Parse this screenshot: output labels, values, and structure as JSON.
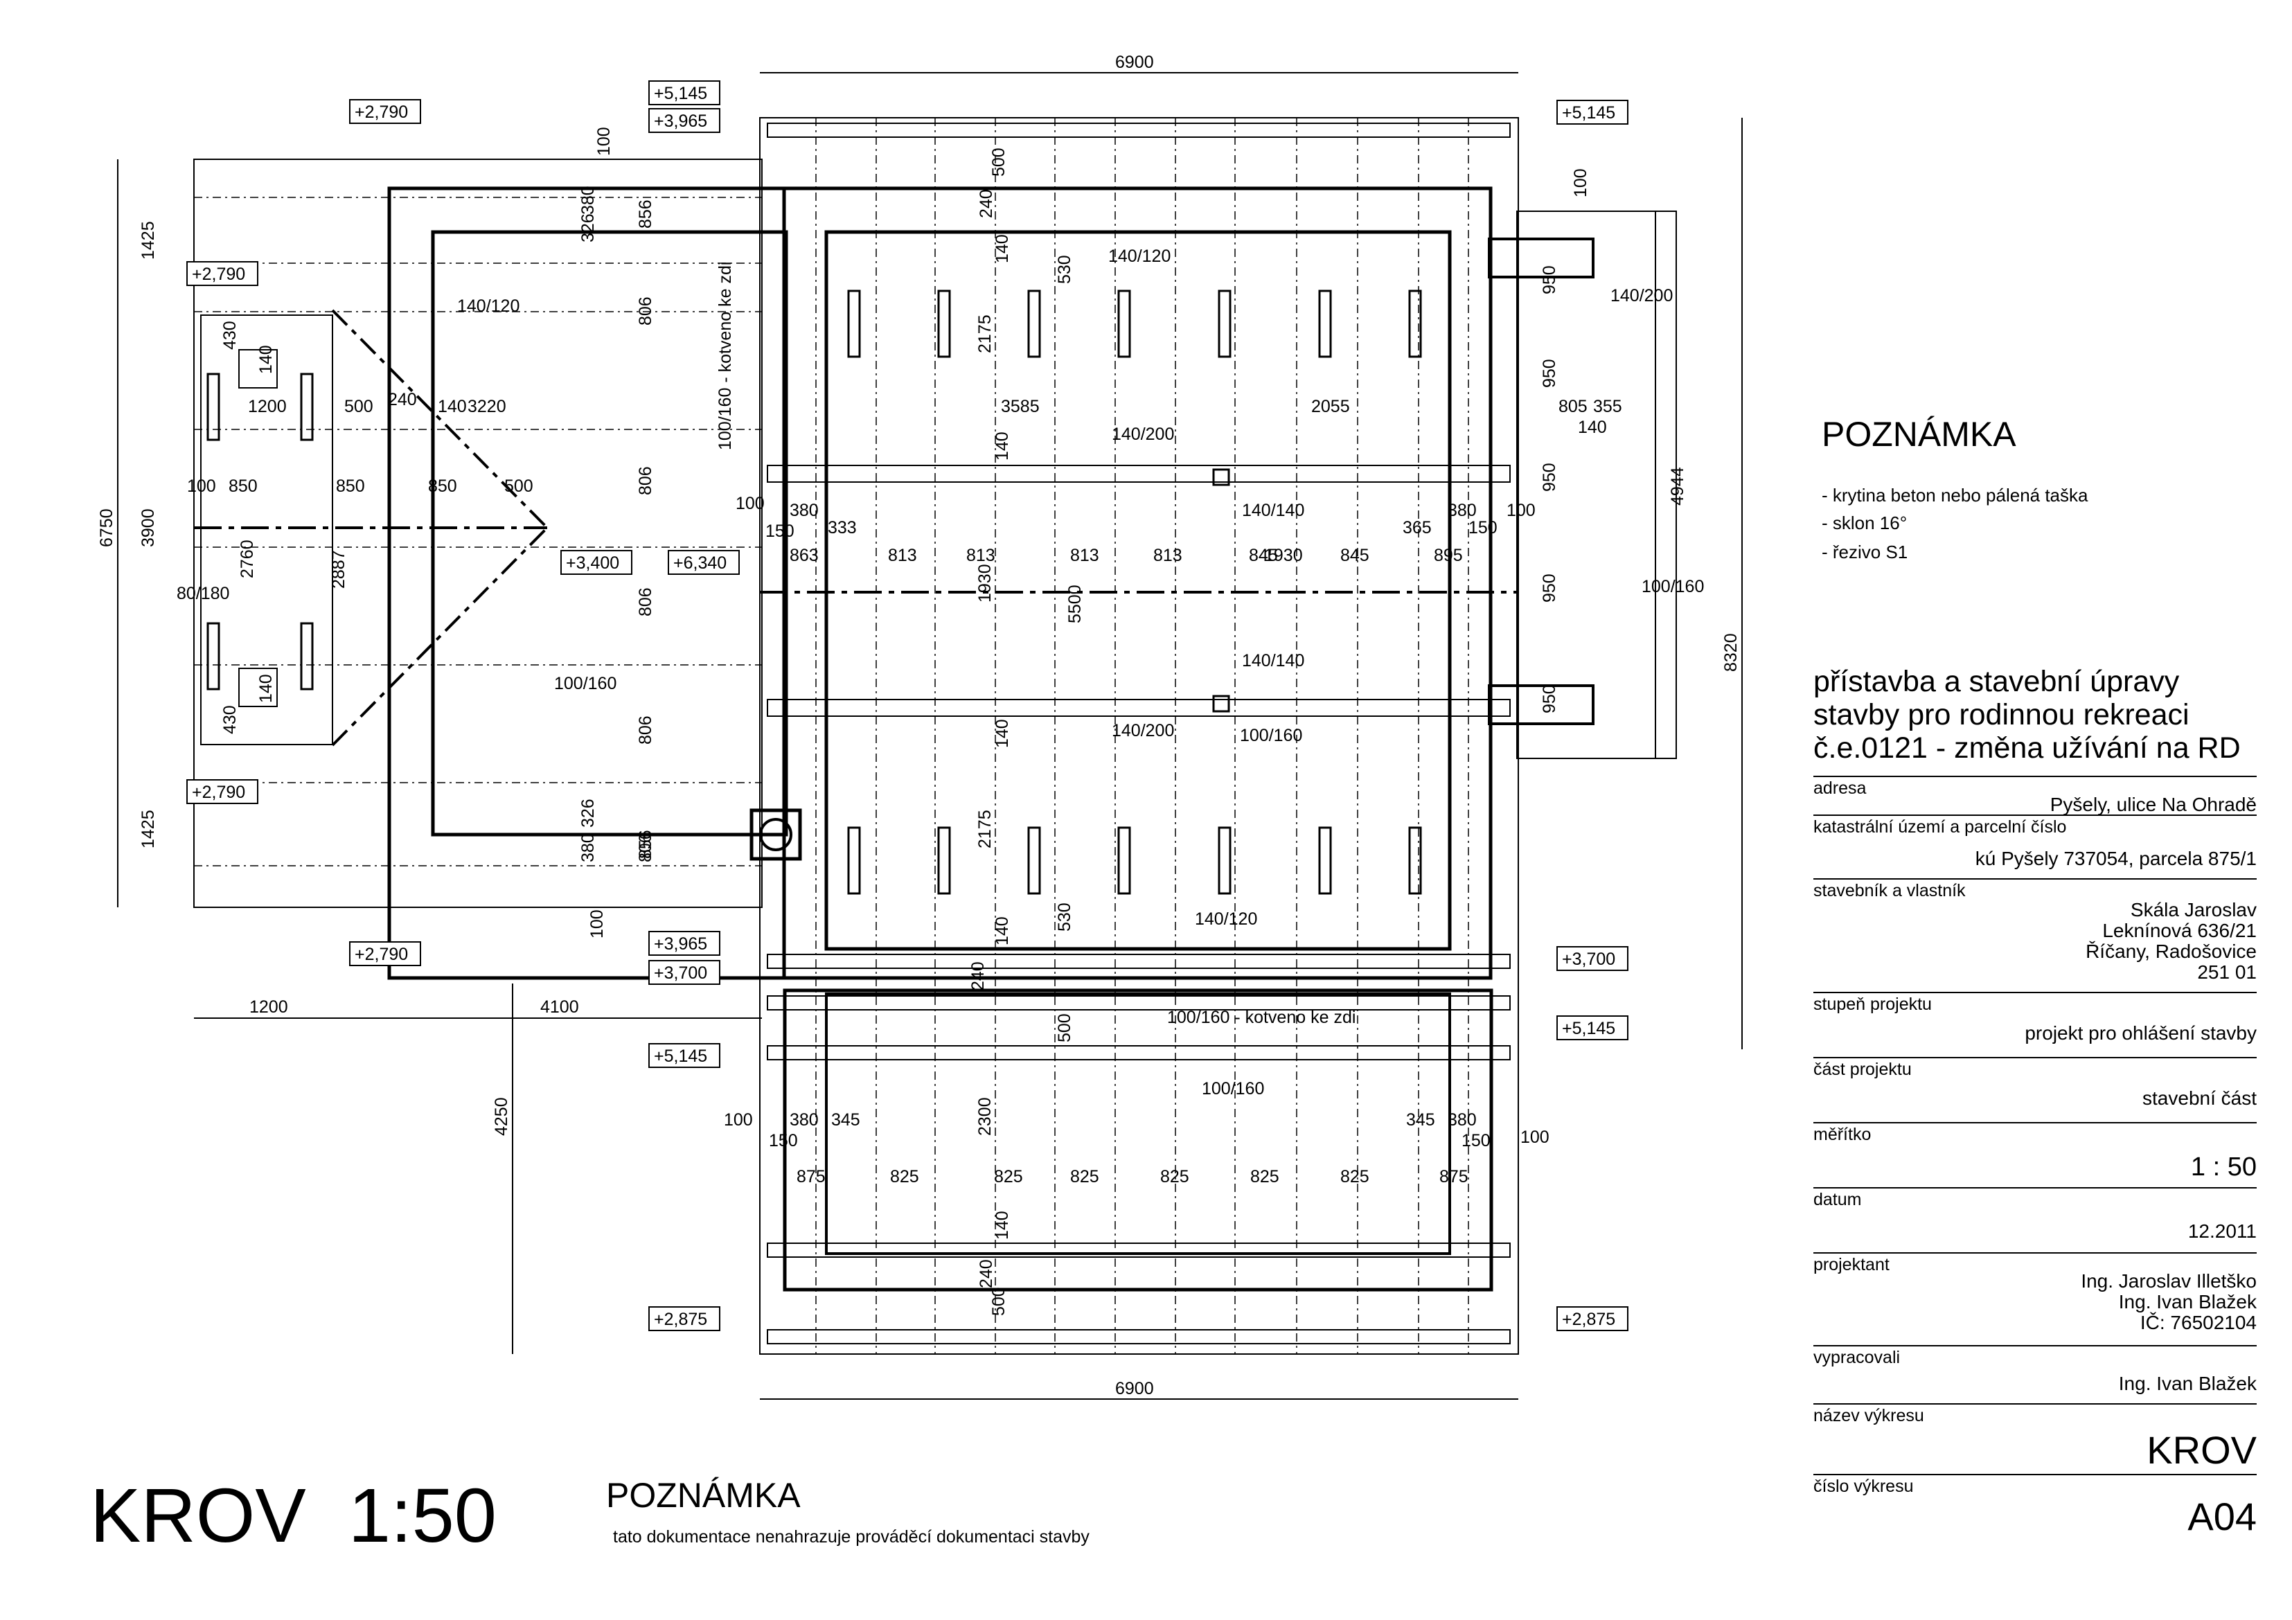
{
  "main_title": "KROV  1:50",
  "bottom_note": {
    "heading": "POZNÁMKA",
    "text": "tato dokumentace nenahrazuje prováděcí dokumentaci stavby"
  },
  "side_note": {
    "heading": "POZNÁMKA",
    "lines": [
      "- krytina beton nebo pálená taška",
      "- sklon 16°",
      "- řezivo S1"
    ]
  },
  "title_block": {
    "project_lines": [
      "přístavba a stavební úpravy",
      "stavby pro rodinnou rekreaci",
      "č.e.0121 - změna užívání na RD"
    ],
    "rows": [
      {
        "label": "adresa",
        "value": [
          "Pyšely, ulice Na Ohradě"
        ]
      },
      {
        "label": "katastrální území a parcelní číslo",
        "value": [
          "kú Pyšely 737054, parcela 875/1"
        ]
      },
      {
        "label": "stavebník a vlastník",
        "value": [
          "Skála Jaroslav",
          "Leknínová 636/21",
          "Říčany, Radošovice",
          "251 01"
        ]
      },
      {
        "label": "stupeň projektu",
        "value": [
          "projekt pro ohlášení stavby"
        ]
      },
      {
        "label": "část projektu",
        "value": [
          "stavební část"
        ]
      },
      {
        "label": "měřítko",
        "value": [
          "1 : 50"
        ]
      },
      {
        "label": "datum",
        "value": [
          "12.2011"
        ]
      },
      {
        "label": "projektant",
        "value": [
          "Ing. Jaroslav Illetško",
          "Ing. Ivan Blažek",
          "IČ: 76502104"
        ]
      },
      {
        "label": "vypracovali",
        "value": [
          "Ing. Ivan Blažek"
        ]
      },
      {
        "label": "název výkresu",
        "value": [
          "KROV"
        ]
      },
      {
        "label": "číslo výkresu",
        "value": [
          "A04"
        ]
      }
    ]
  },
  "levels": {
    "l2790": "+2,790",
    "l5145": "+5,145",
    "l3965": "+3,965",
    "l3700": "+3,700",
    "l2875": "+2,875",
    "l3400": "+3,400",
    "l6340": "+6,340"
  },
  "dimensions": {
    "top_overall": "6900",
    "bottom_overall": "6900",
    "left_total": "6750",
    "left_mid": "3900",
    "left_end": "1425",
    "right_total": "8320",
    "right_part": "4944",
    "bottom_left_a": "1200",
    "bottom_left_b": "4100",
    "vertical_4250": "4250",
    "rafter_spacing": "806",
    "ridge_left": "3220",
    "ridge_mid": "3585",
    "ridge_right": "2055",
    "bay_813": "813",
    "bay_845": "845",
    "bay_863": "863",
    "bay_895": "895",
    "bay_825": "825",
    "bay_875": "875",
    "bay_850": "850",
    "d100": "100",
    "d140": "140",
    "d150": "150",
    "d240": "240",
    "d326": "326",
    "d333": "333",
    "d345": "345",
    "d355": "355",
    "d365": "365",
    "d380": "380",
    "d430": "430",
    "d500": "500",
    "d530": "530",
    "d805": "805",
    "d856": "856",
    "d950": "950",
    "d1200": "1200",
    "d1930": "1930",
    "d2175": "2175",
    "d2300": "2300",
    "d2760": "2760",
    "d2887": "2887",
    "d5500": "5500"
  },
  "member_labels": {
    "m140_120": "140/120",
    "m140_200": "140/200",
    "m140_140": "140/140",
    "m100_160": "100/160",
    "m80_180": "80/180",
    "m100_160_wall": "100/160 - kotveno ke zdi"
  }
}
